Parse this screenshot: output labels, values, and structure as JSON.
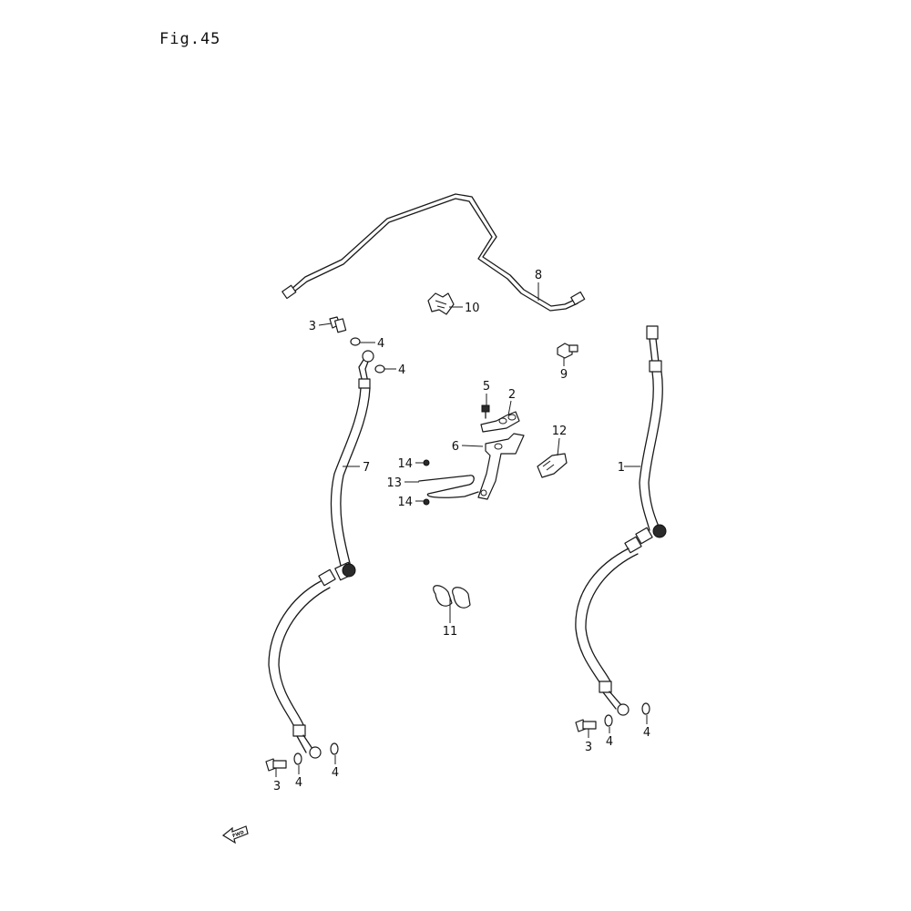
{
  "figure": {
    "title": "Fig.45",
    "fwd_label": "FWD"
  },
  "callouts": {
    "c1": "1",
    "c2": "2",
    "c3a": "3",
    "c3b": "3",
    "c3c": "3",
    "c4a": "4",
    "c4b": "4",
    "c4c": "4",
    "c4d": "4",
    "c4e": "4",
    "c4f": "4",
    "c5": "5",
    "c6": "6",
    "c7": "7",
    "c8": "8",
    "c9": "9",
    "c10": "10",
    "c11": "11",
    "c12": "12",
    "c13": "13",
    "c14a": "14",
    "c14b": "14"
  }
}
